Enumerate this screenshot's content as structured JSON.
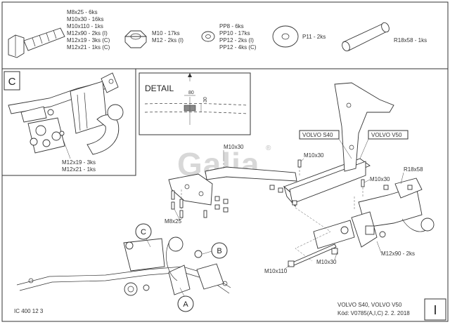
{
  "parts_strip": {
    "bolts_list": [
      "M8x25 - 6ks",
      "M10x30 - 16ks",
      "M10x110 - 1ks",
      "M12x90 - 2ks (I)",
      "M12x19 - 3ks (C)",
      "M12x21 - 1ks (C)"
    ],
    "nuts_list": [
      "M10 - 17ks",
      "M12 - 2ks (I)"
    ],
    "washers_list": [
      "PP8 - 6ks",
      "PP10 - 17ks",
      "PP12 - 2ks (I)",
      "PP12 - 4ks (C)"
    ],
    "big_washer_label": "P11 - 2ks",
    "spacer_label": "R18x58 - 1ks"
  },
  "view_c": {
    "corner_label": "C",
    "callout_1": "M12x19 - 3ks",
    "callout_2": "M12x21 - 1ks"
  },
  "detail": {
    "title": "DETAIL",
    "dim_horizontal": "80",
    "dim_vertical": "30"
  },
  "watermark": {
    "text": "Galia",
    "registered": "®"
  },
  "main": {
    "labels": {
      "m10x30_top": "M10x30",
      "m10x30_right": "M10x30",
      "m10x30_mid": "M10x30",
      "m10x30_bottom": "M10x30",
      "m8x25": "M8x25",
      "volvo_s40": "VOLVO S40",
      "volvo_v50": "VOLVO V50",
      "r18x58": "R18x58",
      "m12x90": "M12x90 - 2ks",
      "m10x110": "M10x110"
    },
    "callouts": {
      "a": "A",
      "b": "B",
      "c": "C"
    }
  },
  "footer": {
    "drawing_id": "IC 400 12 3",
    "model": "VOLVO S40, VOLVO V50",
    "code": "Kód: V0785(A,I,C)  2. 2. 2018",
    "sheet_number": "I"
  }
}
